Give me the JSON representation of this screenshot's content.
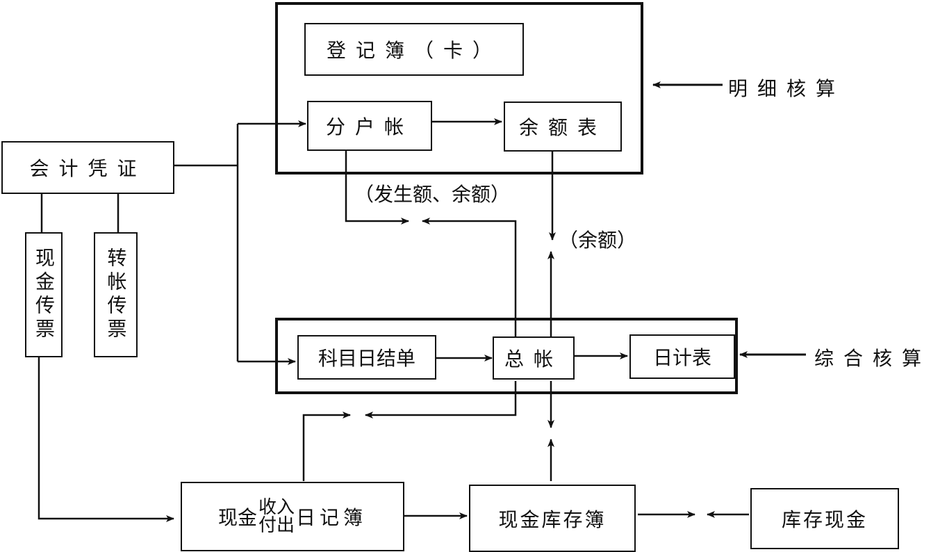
{
  "diagram": {
    "groups": {
      "detail": {
        "label": "明细核算"
      },
      "summary": {
        "label": "综合核算"
      }
    },
    "nodes": {
      "register": "登记簿（卡）",
      "sub_ledger": "分户帐",
      "balance_sheet": "余额表",
      "voucher": "会计凭证",
      "cash_slip": "现金传票",
      "transfer_slip": "转帐传票",
      "daily_summary": "科目日结单",
      "general_ledger": "总帐",
      "daily_report": "日计表",
      "cash_journal": {
        "prefix": "现金",
        "top": "收入",
        "bottom": "付出",
        "suffix": "日记簿"
      },
      "cash_inventory_book": "现金库存簿",
      "cash_on_hand": "库存现金"
    },
    "edge_labels": {
      "amount_and_balance": "（发生额、余额）",
      "balance": "（余额）"
    }
  }
}
